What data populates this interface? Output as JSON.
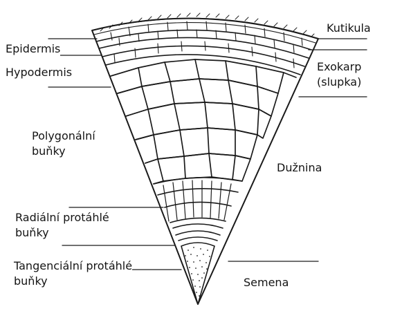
{
  "labels": {
    "kutikula": "Kutikula",
    "epidermis": "Epidermis",
    "hypodermis": "Hypodermis",
    "exokarp_1": "Exokarp",
    "exokarp_2": "(slupka)",
    "polygonalni_1": "Polygonální",
    "polygonalni_2": "buňky",
    "duznina": "Dužnina",
    "radialni_1": "Radiální protáhlé",
    "radialni_2": "buňky",
    "tangencialni_1": "Tangenciální protáhlé",
    "tangencialni_2": "buňky",
    "semena": "Semena"
  },
  "colors": {
    "ink": "#1a1a1a",
    "background": "#ffffff"
  }
}
